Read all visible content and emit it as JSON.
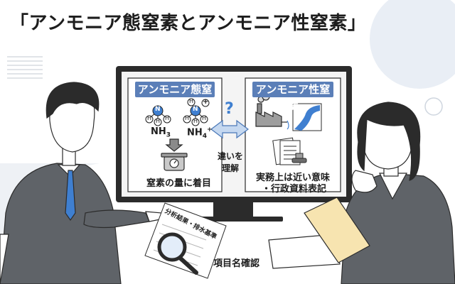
{
  "title": "「アンモニア態窒素とアンモニア性窒素」",
  "left_panel": {
    "heading": "アンモニア態窒素",
    "formula_1_base": "NH",
    "formula_1_sub": "3",
    "formula_2_base": "NH",
    "formula_2_sub": "4",
    "formula_2_sup": "+",
    "atom_hydrogen": "H",
    "atom_nitrogen": "N",
    "ion_charge": "+",
    "caption": "窒素の量に着目"
  },
  "middle": {
    "question_mark": "?",
    "label_line_1": "違いを",
    "label_line_2": "理解"
  },
  "right_panel": {
    "heading": "アンモニア性窒素",
    "caption_line_1": "実務上は近い意味",
    "caption_line_2": "・行政資料表記"
  },
  "document": {
    "label": "分析結果・排水基準",
    "item_label": "項目名確認"
  },
  "colors": {
    "accent_blue": "#5b7fb8",
    "molecule_blue": "#3f7fd0",
    "ink": "#1d1d1d",
    "screen_bg": "#f4f4f4",
    "folder_yellow": "#f7e4b0"
  }
}
